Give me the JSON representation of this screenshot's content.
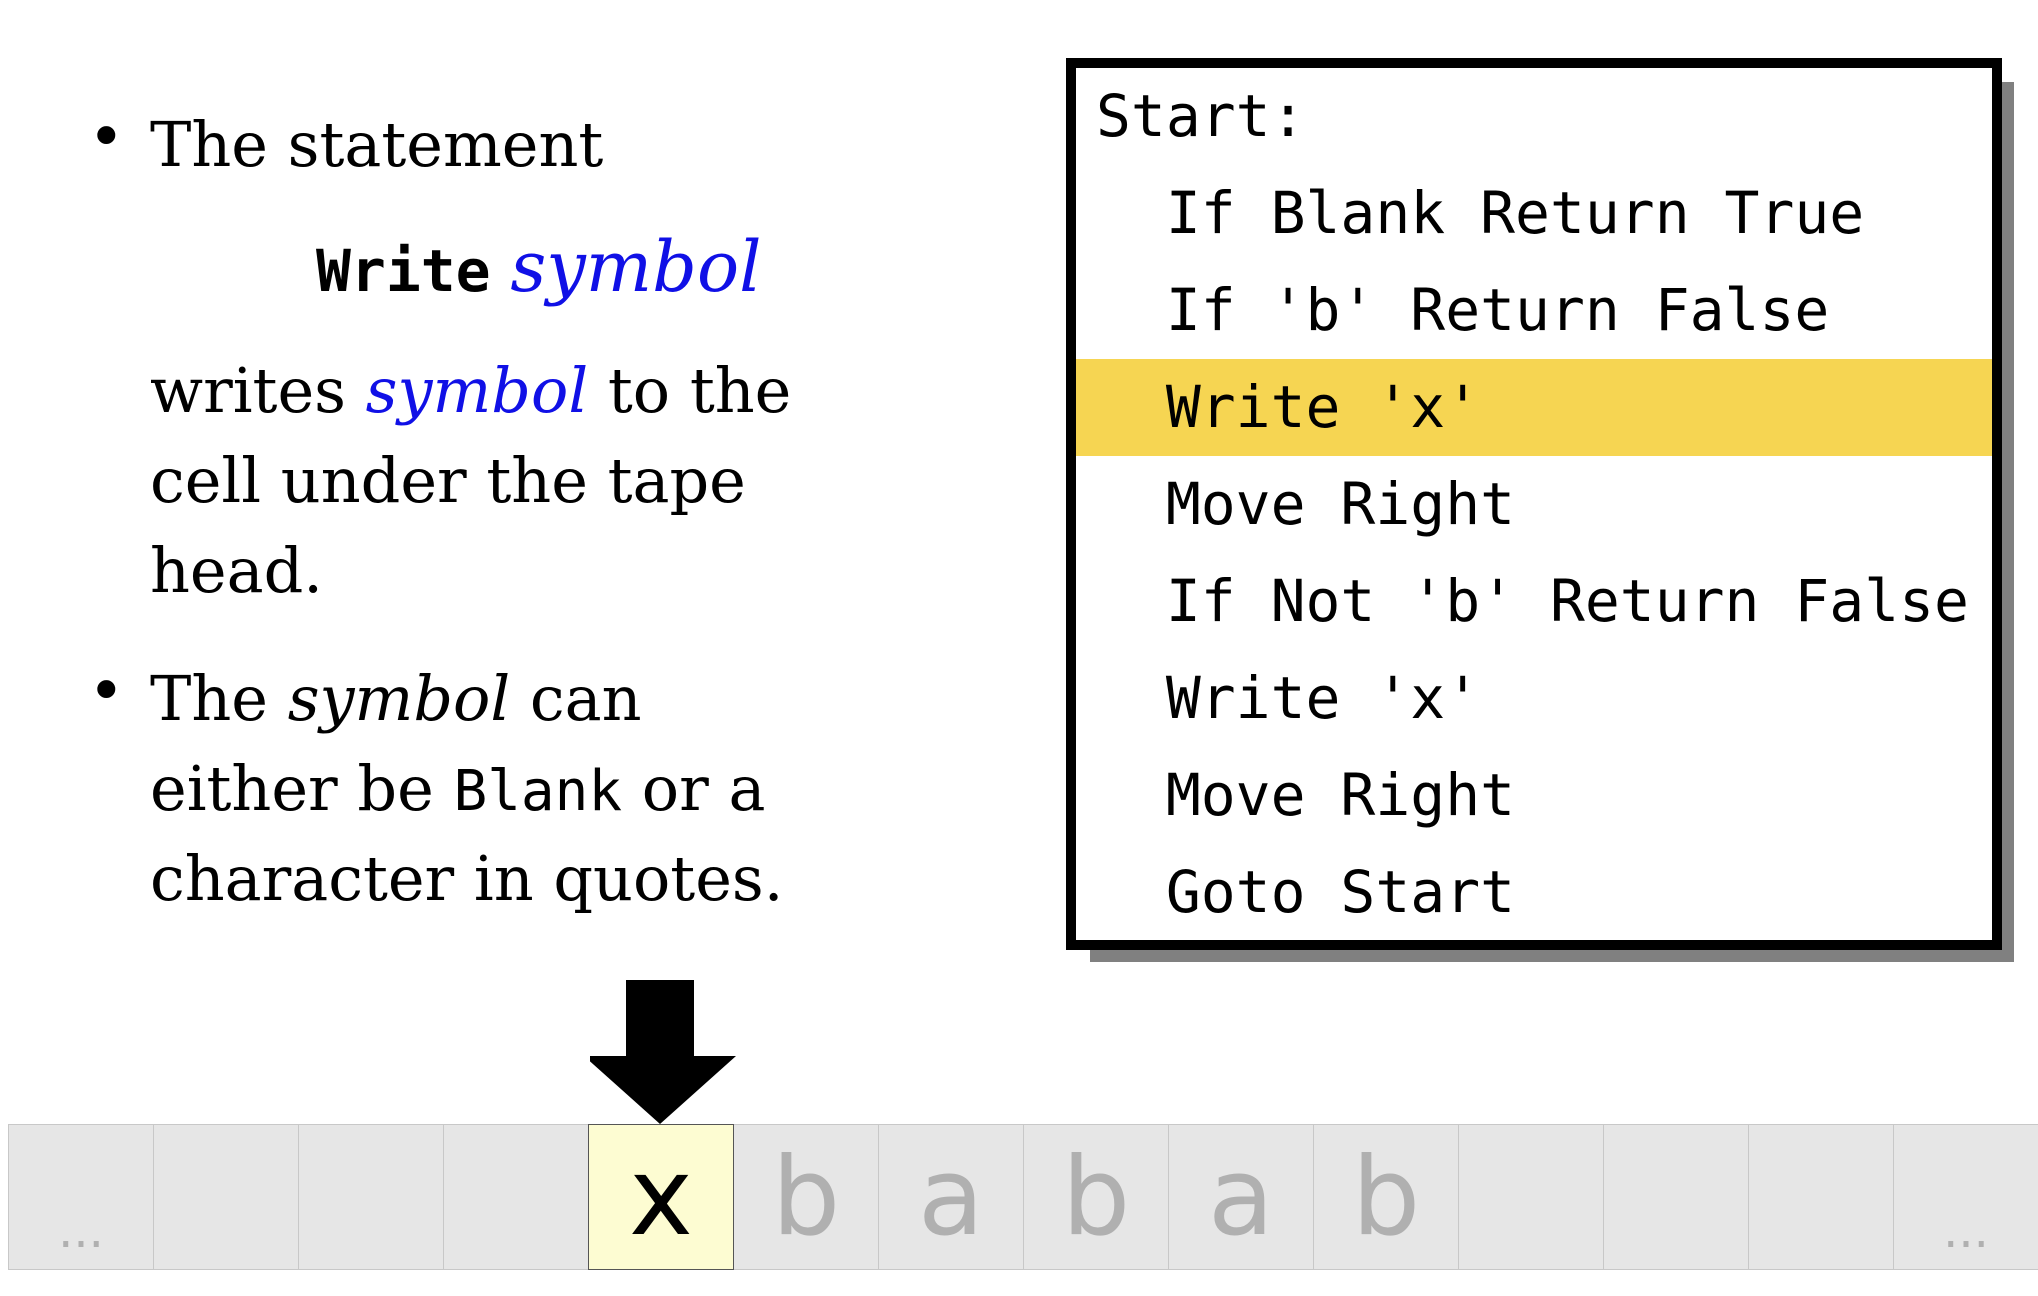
{
  "bullets": [
    {
      "line1": "The statement",
      "code_keyword": "Write",
      "code_arg": "symbol",
      "desc_a": "writes ",
      "desc_sym": "symbol",
      "desc_b": " to the",
      "desc_line2": "cell under the tape",
      "desc_line3": "head."
    },
    {
      "part_a": "The ",
      "part_sym": "symbol",
      "part_b": " can",
      "line2_a": "either be ",
      "line2_mono": "Blank",
      "line2_b": " or a",
      "line3": "character in quotes."
    }
  ],
  "code": {
    "lines": [
      "Start:",
      "  If Blank Return True",
      "  If 'b' Return False",
      "  Write 'x'",
      "  Move Right",
      "  If Not 'b' Return False",
      "  Write 'x'",
      "  Move Right",
      "  Goto Start"
    ],
    "highlight_index": 3,
    "highlight_color": "#f6d552"
  },
  "tape": {
    "cells": [
      "...",
      "",
      "",
      "",
      "x",
      "b",
      "a",
      "b",
      "a",
      "b",
      "",
      "",
      "",
      "..."
    ],
    "head_index": 4,
    "active_color": "#fdfcd2",
    "cell_color": "#e6e6e6"
  }
}
